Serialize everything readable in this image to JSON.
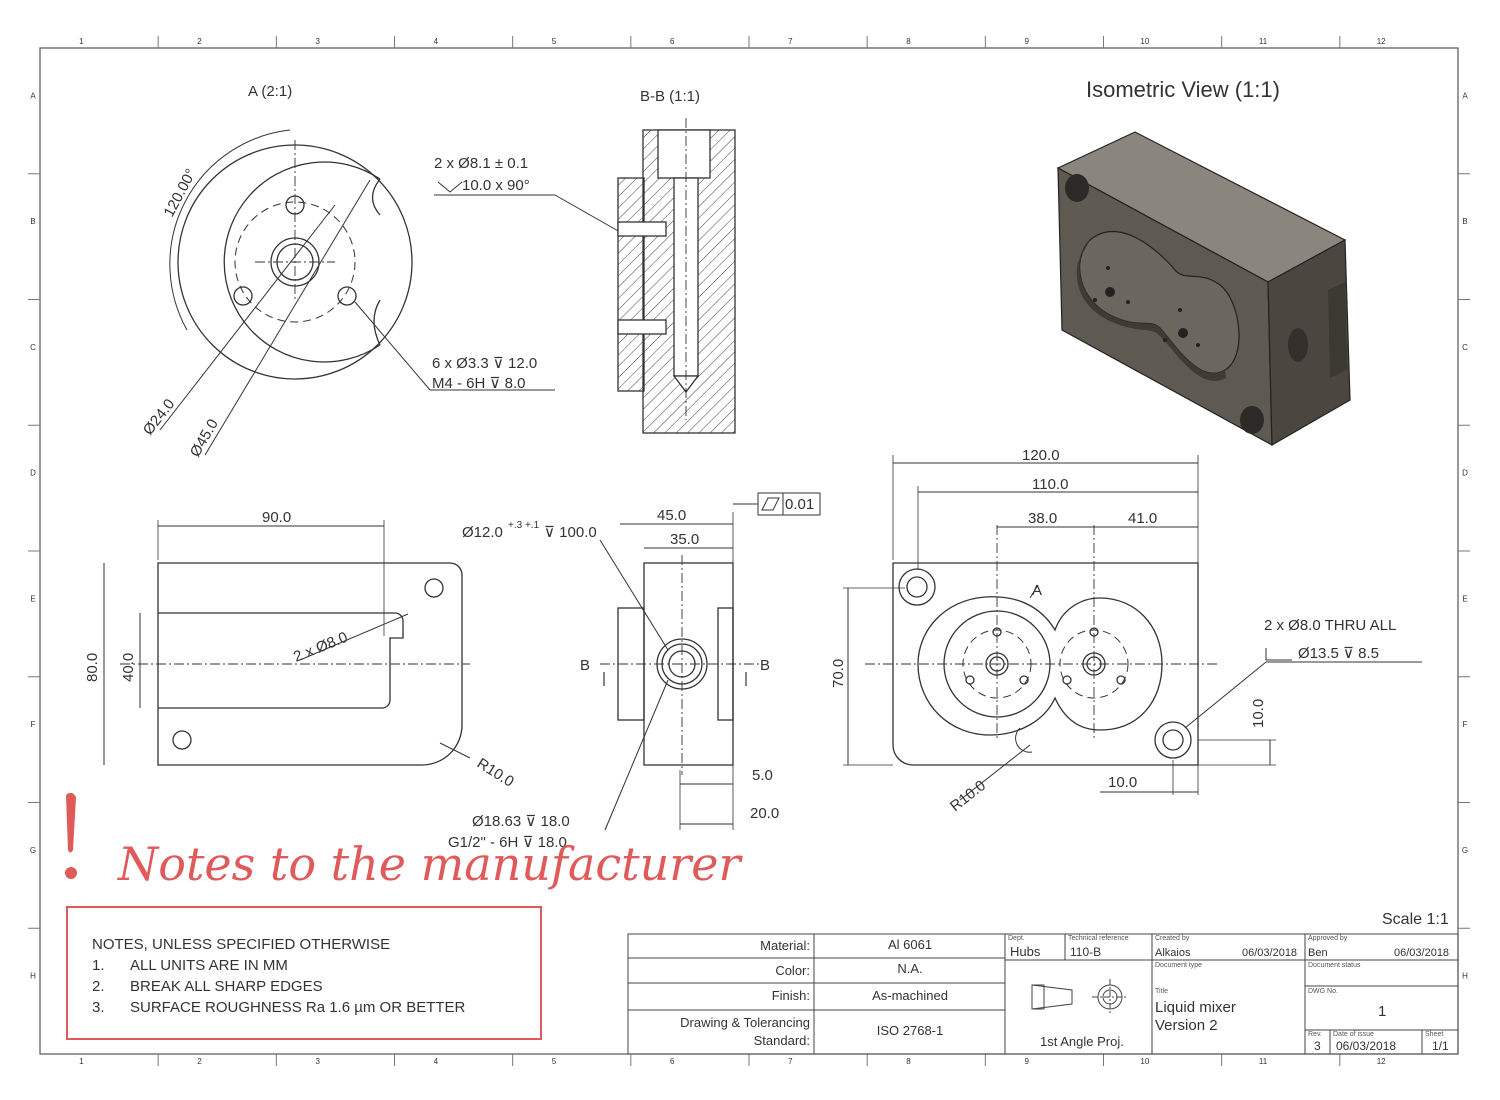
{
  "views": {
    "detail_a": "A (2:1)",
    "section_bb": "B-B (1:1)",
    "isometric": "Isometric View (1:1)"
  },
  "dims": {
    "angle_120": "120.00°",
    "d24": "Ø24.0",
    "d45": "Ø45.0",
    "hole_8_1_line1": "2 x  Ø8.1 ± 0.1",
    "hole_8_1_line2": "10.0 x 90°",
    "hole_3_3_line1": "6 x Ø3.3 ⊽ 12.0",
    "hole_3_3_line2": "M4 - 6H ⊽ 8.0",
    "w90": "90.0",
    "h80": "80.0",
    "h40": "40.0",
    "slot_d8": "2 x Ø8.0",
    "r10_left": "R10.0",
    "bore12": "Ø12.0",
    "bore12_tol": "+.3 +.1",
    "bore12_depth": "⊽ 100.0",
    "w45": "45.0",
    "w35": "35.0",
    "flatness": "0.01",
    "section_mark": "B",
    "w5": "5.0",
    "w20": "20.0",
    "port_line1": "Ø18.63 ⊽ 18.0",
    "port_line2": "G1/2\" - 6H ⊽ 18.0",
    "w120": "120.0",
    "w110": "110.0",
    "w38": "38.0",
    "w41": "41.0",
    "detail_ref": "A",
    "h70": "70.0",
    "thru_line1": "2 x Ø8.0 THRU ALL",
    "thru_line2": "Ø13.5 ⊽ 8.5",
    "h10": "10.0",
    "w10": "10.0",
    "r10_right": "R10.0"
  },
  "notes_heading": "Notes to the manufacturer",
  "notes": {
    "title": "NOTES, UNLESS SPECIFIED OTHERWISE",
    "items": [
      {
        "num": "1.",
        "text": "ALL UNITS ARE IN MM"
      },
      {
        "num": "2.",
        "text": "BREAK ALL SHARP EDGES"
      },
      {
        "num": "3.",
        "text": "SURFACE ROUGHNESS Ra 1.6 µm OR BETTER"
      }
    ]
  },
  "scale": "Scale 1:1",
  "title_block": {
    "material_label": "Material:",
    "material_value": "Al 6061",
    "color_label": "Color:",
    "color_value": "N.A.",
    "finish_label": "Finish:",
    "finish_value": "As-machined",
    "standard_label_1": "Drawing & Tolerancing",
    "standard_label_2": "Standard:",
    "standard_value": "ISO 2768-1",
    "dept": "Hubs",
    "tech_ref": "110-B",
    "created_by": "Alkaios",
    "created_date": "06/03/2018",
    "approved_by": "Ben",
    "approved_date": "06/03/2018",
    "projection": "1st Angle Proj.",
    "title_1": "Liquid mixer",
    "title_2": "Version 2",
    "dwg_no": "1",
    "rev": "3",
    "issue_date": "06/03/2018",
    "sheet": "1/1"
  },
  "grid": {
    "cols": [
      "1",
      "2",
      "3",
      "4",
      "5",
      "6",
      "7",
      "8",
      "9",
      "10",
      "11",
      "12"
    ],
    "rows": [
      "A",
      "B",
      "C",
      "D",
      "E",
      "F",
      "G",
      "H"
    ]
  },
  "colors": {
    "accent": "#e05a5a",
    "part": "#5e5a52",
    "line": "#333333"
  }
}
